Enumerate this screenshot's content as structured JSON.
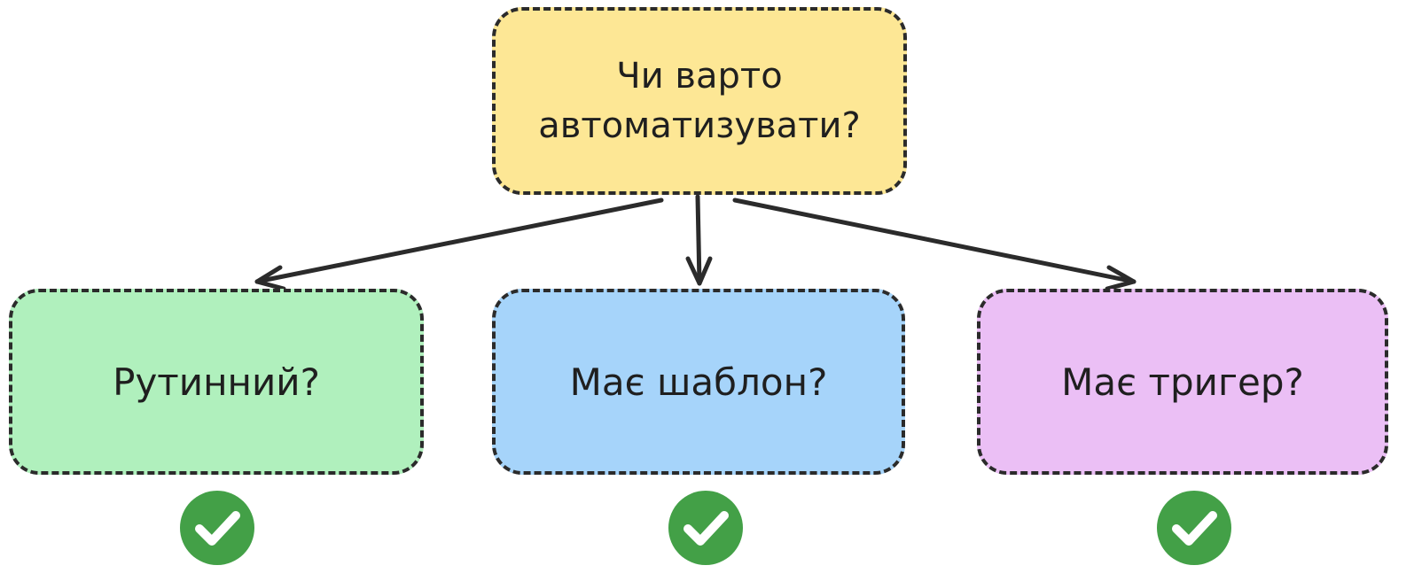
{
  "colors": {
    "root_fill": "#fde795",
    "child_1_fill": "#b0f0bd",
    "child_2_fill": "#a6d4fa",
    "child_3_fill": "#ebbff5",
    "stroke": "#2b2b2b",
    "check_fill": "#43a047",
    "check_mark": "#ffffff"
  },
  "diagram": {
    "root": {
      "line1": "Чи варто",
      "line2": "автоматизувати?"
    },
    "children": [
      {
        "label": "Рутинний?",
        "icon": "check-icon"
      },
      {
        "label": "Має шаблон?",
        "icon": "check-icon"
      },
      {
        "label": "Має тригер?",
        "icon": "check-icon"
      }
    ]
  }
}
